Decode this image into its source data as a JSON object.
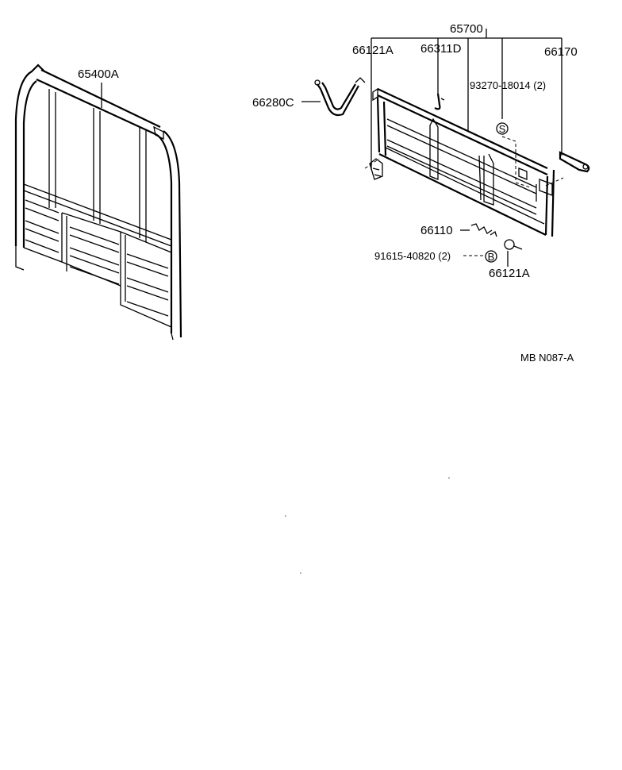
{
  "labels": {
    "rear_panel": "65400A",
    "tailgate_assy": "65700",
    "stay_chain": "66280C",
    "hinge_left": "66121A",
    "hook": "66311D",
    "lock": "66170",
    "screw_s": "93270-18014 (2)",
    "spring": "66110",
    "bolt_b": "91615-40820 (2)",
    "hinge_right": "66121A",
    "marker_s": "S",
    "marker_b": "B"
  },
  "footer": {
    "code": "MB  N087-A"
  }
}
